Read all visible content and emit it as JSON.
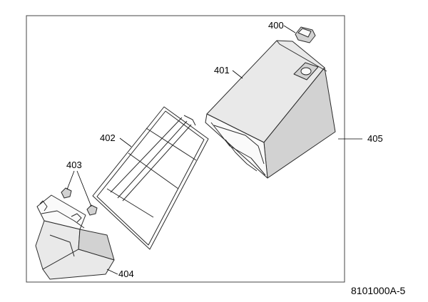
{
  "diagram": {
    "drawing_code": "8101000A-5",
    "callouts": [
      {
        "id": "400",
        "label": "400"
      },
      {
        "id": "401",
        "label": "401"
      },
      {
        "id": "402",
        "label": "402"
      },
      {
        "id": "403",
        "label": "403"
      },
      {
        "id": "404",
        "label": "404"
      },
      {
        "id": "405",
        "label": "405"
      }
    ]
  }
}
